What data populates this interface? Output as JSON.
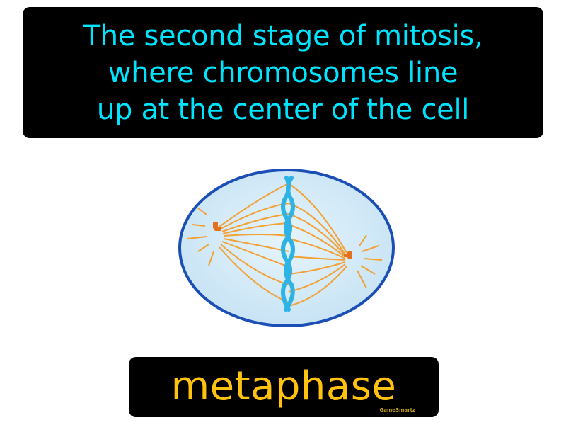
{
  "definition": {
    "lines": [
      "The second stage of mitosis,",
      "where chromosomes line",
      "up at the center of the cell"
    ]
  },
  "term": {
    "label": "metaphase"
  },
  "brand": {
    "label": "GameSmartz"
  },
  "illustration": {
    "subject": "cell-in-metaphase",
    "colors": {
      "membrane": "#1b4fb5",
      "cytoplasm": "#d6ecf8",
      "spindle": "#f3a035",
      "chromosomes": "#2eb3e6",
      "centrosome": "#e2711d"
    }
  },
  "colors": {
    "definition_text": "#00e4fd",
    "term_text": "#ffc20e",
    "box_bg": "#000000"
  }
}
